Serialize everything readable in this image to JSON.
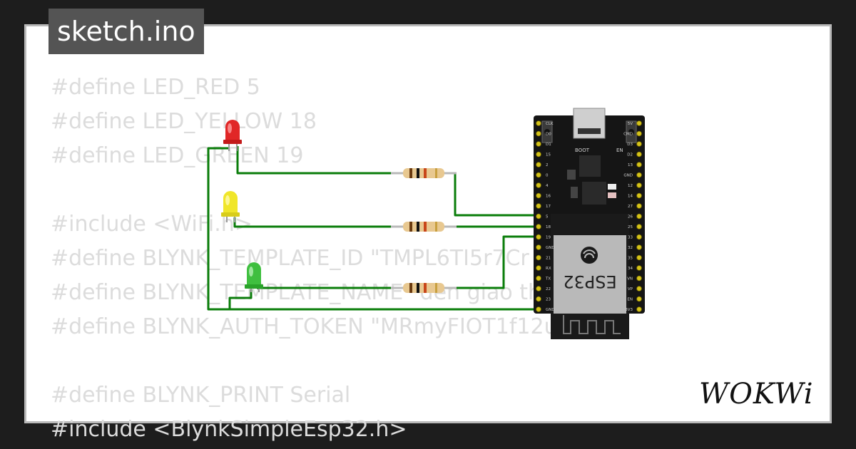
{
  "sketch": {
    "filename": "sketch.ino",
    "code_lines": [
      "#define LED_RED 5",
      "#define LED_YELLOW 18",
      "#define LED_GREEN 19",
      "",
      "#include <WiFi.h>",
      "#define BLYNK_TEMPLATE_ID \"TMPL6TI5r7Cr",
      "#define BLYNK_TEMPLATE_NAME \"den giao th",
      "#define BLYNK_AUTH_TOKEN \"MRmyFIOT1f12u",
      "",
      "#define BLYNK_PRINT Serial",
      "#include <BlynkSimpleEsp32.h>"
    ]
  },
  "board": {
    "chip_label": "ESP32",
    "boot_label": "BOOT",
    "en_label": "EN",
    "left_pins": [
      "CLK",
      "D0",
      "D1",
      "15",
      "2",
      "0",
      "4",
      "16",
      "17",
      "5",
      "18",
      "19",
      "GND",
      "21",
      "RX",
      "TX",
      "22",
      "23",
      "GND"
    ],
    "right_pins": [
      "5V",
      "CMD",
      "D3",
      "D2",
      "13",
      "GND",
      "12",
      "14",
      "27",
      "26",
      "25",
      "33",
      "32",
      "35",
      "34",
      "VN",
      "VP",
      "EN",
      "3V3"
    ]
  },
  "leds": [
    {
      "name": "red",
      "color": "#e12727"
    },
    {
      "name": "yellow",
      "color": "#f0e62a"
    },
    {
      "name": "green",
      "color": "#3fbf3f"
    }
  ],
  "wire_color": "#0a7d0a",
  "brand": "WOKWi",
  "colors": {
    "background": "#1d1d1d",
    "card": "#ffffff",
    "tab": "#545454",
    "code_text": "#dcdcdc"
  }
}
